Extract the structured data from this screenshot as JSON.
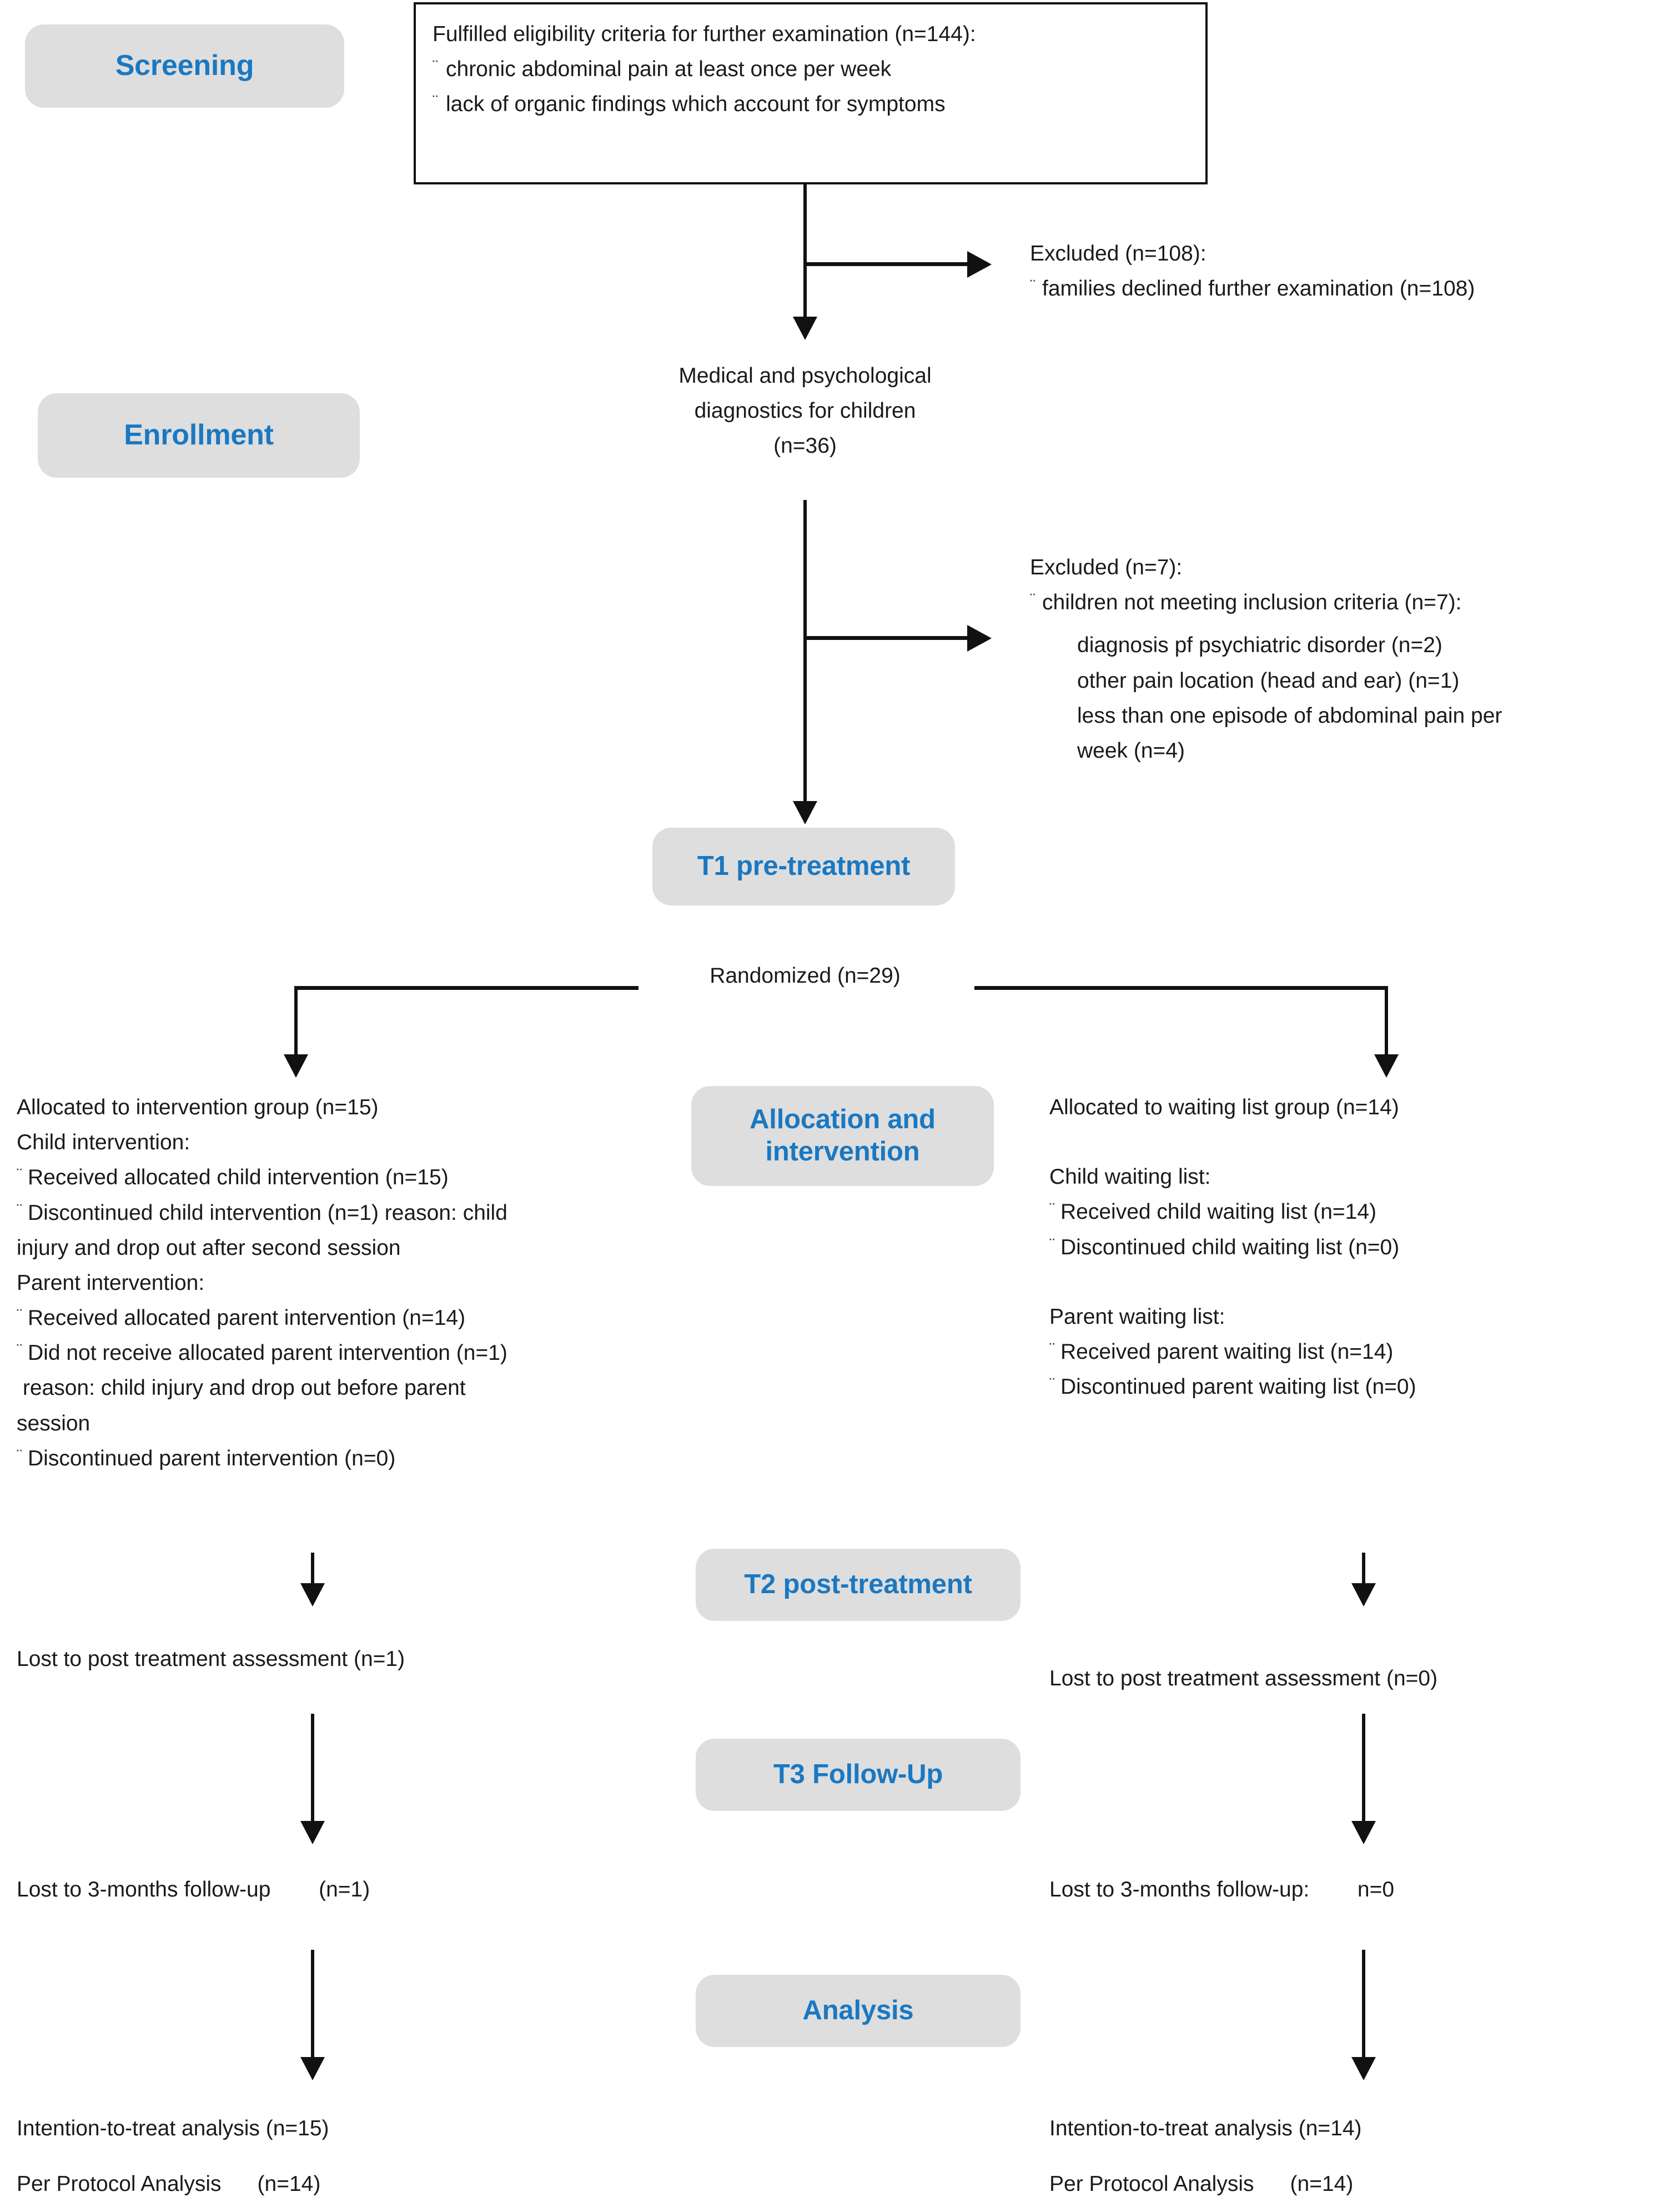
{
  "diagram": {
    "title": "CONSORT participant flow diagram",
    "accent_color": "#1a78c2",
    "stage_box_color": "#dedede",
    "line_color": "#111111"
  },
  "stages": {
    "screening": "Screening",
    "enrollment": "Enrollment",
    "t1": "T1 pre-treatment",
    "allocation": "Allocation and\nintervention",
    "t2": "T2 post-treatment",
    "t3": "T3 Follow-Up",
    "analysis": "Analysis"
  },
  "screening_box": {
    "heading": "Fulfilled eligibility criteria for further examination (n=144):",
    "items": [
      "chronic abdominal pain at least once per week",
      "lack of organic findings which account for symptoms"
    ]
  },
  "excluded_1": {
    "heading": "Excluded (n=108):",
    "items": [
      "families declined further examination (n=108)"
    ]
  },
  "diagnostics": "Medical and psychological\ndiagnostics for children\n(n=36)",
  "excluded_2": {
    "heading": "Excluded (n=7):",
    "items": [
      "children not meeting inclusion criteria (n=7):"
    ],
    "subitems": [
      "diagnosis pf psychiatric disorder (n=2)",
      "other pain location (head and ear) (n=1)",
      "less than one episode of abdominal pain per",
      "week (n=4)"
    ]
  },
  "randomized": "Randomized (n=29)",
  "intervention_arm": {
    "allocated": "Allocated to intervention group (n=15)",
    "child_heading": "Child intervention:",
    "child_items": [
      "Received allocated child intervention (n=15)",
      "Discontinued child intervention (n=1) reason: child"
    ],
    "child_cont": "injury and drop out after second session",
    "parent_heading": "Parent intervention:",
    "parent_items": [
      "Received allocated parent intervention (n=14)",
      "Did not receive allocated parent intervention (n=1)"
    ],
    "parent_cont": " reason: child injury and drop out before parent",
    "parent_cont2": "session",
    "parent_items2": [
      "Discontinued parent intervention (n=0)"
    ],
    "lost_post": "Lost to post treatment assessment (n=1)",
    "lost_followup": "Lost to 3-months follow-up        (n=1)",
    "itt": "Intention-to-treat analysis (n=15)",
    "pp": "Per Protocol Analysis      (n=14)"
  },
  "waitlist_arm": {
    "allocated": "Allocated to waiting list group (n=14)",
    "child_heading": "Child waiting list:",
    "child_items": [
      "Received child waiting list (n=14)",
      "Discontinued child waiting list (n=0)"
    ],
    "parent_heading": "Parent waiting list:",
    "parent_items": [
      "Received parent waiting list (n=14)",
      "Discontinued parent waiting list (n=0)"
    ],
    "lost_post": "Lost to post treatment assessment (n=0)",
    "lost_followup": "Lost to 3-months follow-up:        n=0",
    "itt": "Intention-to-treat analysis (n=14)",
    "pp": "Per Protocol Analysis      (n=14)"
  }
}
